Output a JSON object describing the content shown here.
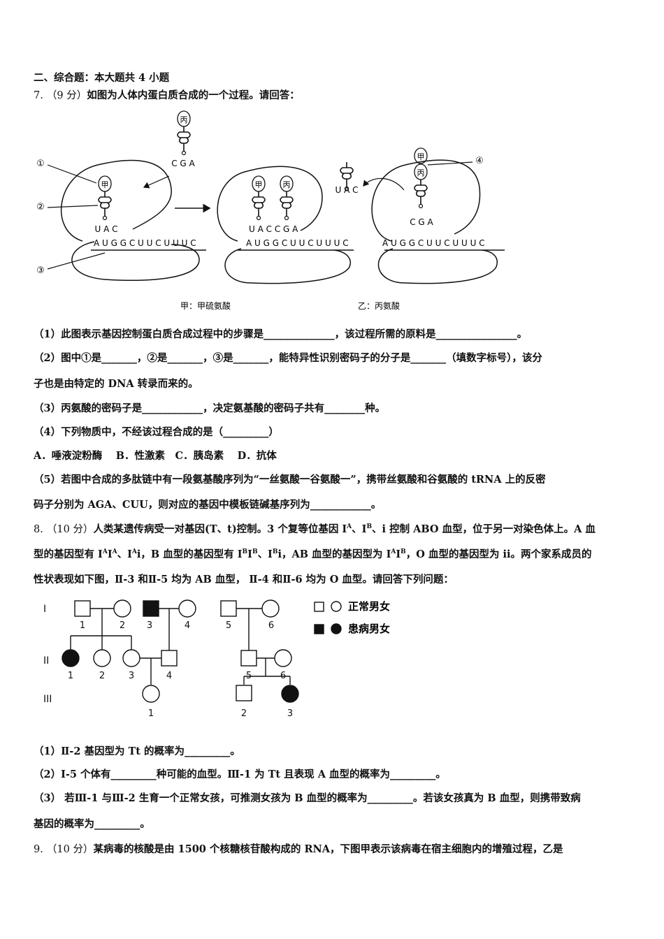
{
  "section_heading": "二、综合题：本大题共 4 小题",
  "q7": {
    "num": "7.",
    "score": "（9 分）",
    "stem": "如图为人体内蛋白质合成的一个过程。请回答：",
    "figure": {
      "markers": [
        "①",
        "②",
        "③",
        "④"
      ],
      "aa_jia": "甲",
      "aa_bing": "丙",
      "anticodon_cga": "C G A",
      "anticodon_uac": "U A C",
      "ribo1_anticodon": "U A C",
      "ribo2_anticodons": "U A C C G A",
      "ribo3_anticodon": "C G A",
      "mrna": "A U G G C U U C U U U C",
      "legend_jia": "甲：甲硫氨酸",
      "legend_yi": "乙：丙氨酸"
    },
    "q1": "（1）此图表示基因控制蛋白质合成过程中的步骤是______________，该过程所需的原料是________________。",
    "q2a": "（2）图中①是_______，②是_______，③是_______，能特异性识别密码子的分子是_______（填数字标号），该分",
    "q2b": "子也是由特定的 DNA 转录而来的。",
    "q3": "（3）丙氨酸的密码子是____________，决定氨基酸的密码子共有________种。",
    "q4": "（4）下列物质中，不经该过程合成的是（_________）",
    "q4_options": "A．唾液淀粉酶　 B．性激素　C．胰岛素　 D．抗体",
    "q5a": "（5）若图中合成的多肽链中有一段氨基酸序列为“一丝氨酸一谷氨酸一”，携带丝氨酸和谷氨酸的 tRNA 上的反密",
    "q5b": "码子分别为 AGA、CUU，则对应的基因中模板链碱基序列为____________。"
  },
  "q8": {
    "num": "8.",
    "score": "（10 分）",
    "l1_a": "人类某遗传病受一对基因(T、t)控制。3 个复等位基因 I",
    "l1_b": "、I",
    "l1_c": "、i 控制 ABO 血型，位于另一对染色体上。A 血",
    "sup_A": "A",
    "sup_B": "B",
    "l2_a": "型的基因型有 I",
    "l2_b": "I",
    "l2_c": "、I",
    "l2_d": "i，B 血型的基因型有 I",
    "l2_e": "I",
    "l2_f": "、I",
    "l2_g": "i，AB 血型的基因型为 I",
    "l2_h": "I",
    "l2_i": "，O 血型的基因型为 ii。两个家系成员的",
    "l3": "性状表现如下图，Ⅱ-3 和Ⅱ-5 均为 AB 血型， Ⅱ-4 和Ⅱ-6 均为 O 血型。请回答下列问题：",
    "pedigree": {
      "gen_I": "I",
      "gen_II": "II",
      "gen_III": "III",
      "legend_normal": "正常男女",
      "legend_affected": "患病男女",
      "labels": [
        "1",
        "2",
        "3",
        "4",
        "5",
        "6",
        "1",
        "2",
        "3",
        "4",
        "5",
        "6",
        "1",
        "2",
        "3"
      ]
    },
    "q1": "（1）Ⅱ-2 基因型为 Tt 的概率为_________。",
    "q2": "（2）Ⅰ-5 个体有_________种可能的血型。Ⅲ-1 为 Tt 且表现 A 血型的概率为_________。",
    "q3a": "（3） 若Ⅲ-1 与Ⅲ-2 生育一个正常女孩，可推测女孩为 B 血型的概率为_________。若该女孩真为 B 血型，则携带致病",
    "q3b": "基因的概率为_________。"
  },
  "q9": {
    "num": "9.",
    "score": "（10 分）",
    "stem": "某病毒的核酸是由 1500 个核糖核苷酸构成的 RNA，下图甲表示该病毒在宿主细胞内的增殖过程，乙是"
  }
}
